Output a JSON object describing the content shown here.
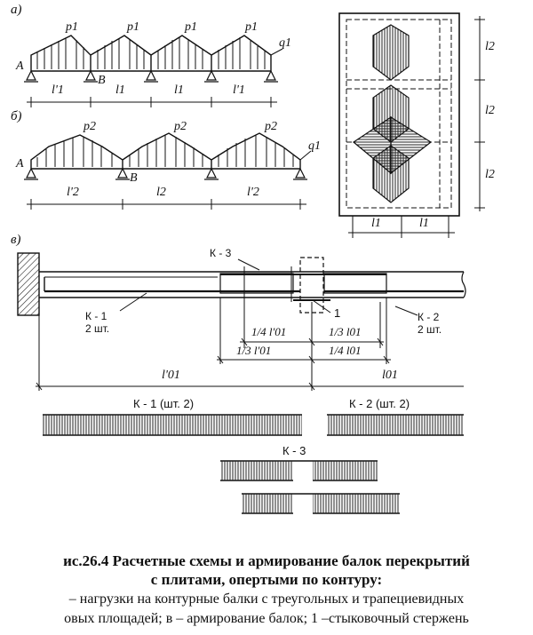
{
  "figure": {
    "panels": {
      "a": "а)",
      "b": "б)",
      "v": "в)"
    },
    "schema_a": {
      "load_labels": [
        "p1",
        "p1",
        "p1",
        "p1"
      ],
      "q_label": "q1",
      "support_a": "A",
      "support_b": "B",
      "span_labels": [
        "l'1",
        "l1",
        "l1",
        "l'1"
      ]
    },
    "schema_b": {
      "load_labels": [
        "p2",
        "p2",
        "p2"
      ],
      "q_label": "q1",
      "support_a": "A",
      "support_b": "B",
      "span_labels": [
        "l'2",
        "l2",
        "l'2"
      ]
    },
    "plan": {
      "dims_vertical": [
        "l2",
        "l2",
        "l2"
      ],
      "dims_horizontal": [
        "l1",
        "l1"
      ]
    },
    "reinforcement": {
      "tag_k3": "К - 3",
      "tag_k1": "К - 1",
      "tag_k1_count": "2 шт.",
      "tag_k2": "К - 2",
      "tag_k2_count": "2 шт.",
      "tag_joint": "1",
      "dim_quarter_left": "1/4 l'01",
      "dim_third_right": "1/3 l01",
      "dim_third_left": "1/3 l'01",
      "dim_quarter_right": "1/4 l01",
      "dim_span_left": "l'01",
      "dim_span_right": "l01"
    },
    "cages": {
      "k1_title": "К - 1 (шт. 2)",
      "k2_title": "К - 2 (шт. 2)",
      "k3_title": "К - 3"
    }
  },
  "caption": {
    "line1": "ис.26.4 Расчетные схемы и армирование балок перекрытий",
    "line2": "с плитами,  опертыми по контуру:",
    "line3": "– нагрузки на контурные балки с треугольных и трапециевидных",
    "line4": "овых площадей; в – армирование балок; 1 –стыковочный стержень"
  }
}
